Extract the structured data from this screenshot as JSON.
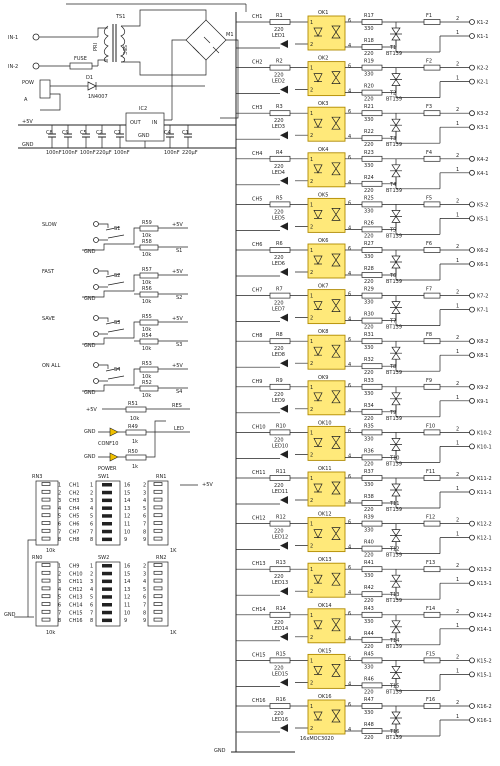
{
  "power": {
    "in1": "IN-1",
    "in2": "IN-2",
    "fuse": "FUSE",
    "ts1": "TS1",
    "pri": "PRI",
    "sec": "SEC",
    "m1": "M1",
    "pow": "POW",
    "d1": "D1",
    "d1_part": "1N4007",
    "ic2": "IC2",
    "ic_out": "OUT",
    "ic_in": "IN",
    "ic_gnd": "GND",
    "vcc": "+5V",
    "gnd": "GND",
    "caps": [
      {
        "ref": "C8",
        "val": "100nF"
      },
      {
        "ref": "C9",
        "val": "100nF"
      },
      {
        "ref": "C5",
        "val": "100nF"
      },
      {
        "ref": "C2",
        "val": "220μF"
      },
      {
        "ref": "C7",
        "val": "100nF"
      },
      {
        "ref": "C4",
        "val": "100nF"
      },
      {
        "ref": "C1",
        "val": "220μF"
      }
    ]
  },
  "buttons": [
    {
      "label": "SLOW",
      "sw": "S1",
      "r_top": "R59",
      "r_bot": "R58",
      "val": "10k",
      "out": "S1"
    },
    {
      "label": "FAST",
      "sw": "S2",
      "r_top": "R57",
      "r_bot": "R56",
      "val": "10k",
      "out": "S2"
    },
    {
      "label": "SAVE",
      "sw": "S3",
      "r_top": "R55",
      "r_bot": "R54",
      "val": "10k",
      "out": "S3"
    },
    {
      "label": "ON ALL",
      "sw": "S4",
      "r_top": "R53",
      "r_bot": "R52",
      "val": "10k",
      "out": "S4"
    }
  ],
  "misc": {
    "r51": "R51",
    "r51_val": "10k",
    "res": "RES",
    "r49": "R49",
    "r49_val": "1k",
    "led": "LED",
    "r50": "R50",
    "r50_val": "1k",
    "conf": "CONF10",
    "power": "POWER"
  },
  "dip": {
    "rn3": "RN3",
    "rn3_val": "10k",
    "sw1": "SW1",
    "rn1": "RN1",
    "rn1_val": "1K",
    "rn0": "RN0",
    "rn0_val": "10k",
    "sw2": "SW2",
    "rn2": "RN2",
    "rn2_val": "1K",
    "ch_top": [
      "CH1",
      "CH2",
      "CH3",
      "CH4",
      "CH5",
      "CH6",
      "CH7",
      "CH8"
    ],
    "ch_bot": [
      "CH9",
      "CH10",
      "CH11",
      "CH12",
      "CH13",
      "CH14",
      "CH15",
      "CH16"
    ]
  },
  "channels": [
    {
      "ch": "CH1",
      "r": "R1",
      "led": "LED1",
      "ok": "OK1",
      "ra": "R17",
      "rb": "R18",
      "t": "T1",
      "f": "F1",
      "k2": "K1-2",
      "k1": "K1-1"
    },
    {
      "ch": "CH2",
      "r": "R2",
      "led": "LED2",
      "ok": "OK2",
      "ra": "R19",
      "rb": "R20",
      "t": "T2",
      "f": "F2",
      "k2": "K2-2",
      "k1": "K2-1"
    },
    {
      "ch": "CH3",
      "r": "R3",
      "led": "LED3",
      "ok": "OK3",
      "ra": "R21",
      "rb": "R22",
      "t": "T3",
      "f": "F3",
      "k2": "K3-2",
      "k1": "K3-1"
    },
    {
      "ch": "CH4",
      "r": "R4",
      "led": "LED4",
      "ok": "OK4",
      "ra": "R23",
      "rb": "R24",
      "t": "T4",
      "f": "F4",
      "k2": "K4-2",
      "k1": "K4-1"
    },
    {
      "ch": "CH5",
      "r": "R5",
      "led": "LED5",
      "ok": "OK5",
      "ra": "R25",
      "rb": "R26",
      "t": "T5",
      "f": "F5",
      "k2": "K5-2",
      "k1": "K5-1"
    },
    {
      "ch": "CH6",
      "r": "R6",
      "led": "LED6",
      "ok": "OK6",
      "ra": "R27",
      "rb": "R28",
      "t": "T6",
      "f": "F6",
      "k2": "K6-2",
      "k1": "K6-1"
    },
    {
      "ch": "CH7",
      "r": "R7",
      "led": "LED7",
      "ok": "OK7",
      "ra": "R29",
      "rb": "R30",
      "t": "T7",
      "f": "F7",
      "k2": "K7-2",
      "k1": "K7-1"
    },
    {
      "ch": "CH8",
      "r": "R8",
      "led": "LED8",
      "ok": "OK8",
      "ra": "R31",
      "rb": "R32",
      "t": "T8",
      "f": "F8",
      "k2": "K8-2",
      "k1": "K8-1"
    },
    {
      "ch": "CH9",
      "r": "R9",
      "led": "LED9",
      "ok": "OK9",
      "ra": "R33",
      "rb": "R34",
      "t": "T9",
      "f": "F9",
      "k2": "K9-2",
      "k1": "K9-1"
    },
    {
      "ch": "CH10",
      "r": "R10",
      "led": "LED10",
      "ok": "OK10",
      "ra": "R35",
      "rb": "R36",
      "t": "T10",
      "f": "F10",
      "k2": "K10-2",
      "k1": "K10-1"
    },
    {
      "ch": "CH11",
      "r": "R11",
      "led": "LED11",
      "ok": "OK11",
      "ra": "R37",
      "rb": "R38",
      "t": "T11",
      "f": "F11",
      "k2": "K11-2",
      "k1": "K11-1"
    },
    {
      "ch": "CH12",
      "r": "R12",
      "led": "LED12",
      "ok": "OK12",
      "ra": "R39",
      "rb": "R40",
      "t": "T12",
      "f": "F12",
      "k2": "K12-2",
      "k1": "K12-1"
    },
    {
      "ch": "CH13",
      "r": "R13",
      "led": "LED13",
      "ok": "OK13",
      "ra": "R41",
      "rb": "R42",
      "t": "T13",
      "f": "F13",
      "k2": "K13-2",
      "k1": "K13-1"
    },
    {
      "ch": "CH14",
      "r": "R14",
      "led": "LED14",
      "ok": "OK14",
      "ra": "R43",
      "rb": "R44",
      "t": "T14",
      "f": "F14",
      "k2": "K14-2",
      "k1": "K14-1"
    },
    {
      "ch": "CH15",
      "r": "R15",
      "led": "LED15",
      "ok": "OK15",
      "ra": "R45",
      "rb": "R46",
      "t": "T15",
      "f": "F15",
      "k2": "K15-2",
      "k1": "K15-1"
    },
    {
      "ch": "CH16",
      "r": "R16",
      "led": "LED16",
      "ok": "OK16",
      "ra": "R47",
      "rb": "R48",
      "t": "T16",
      "f": "F16",
      "k2": "K16-2",
      "k1": "K16-1"
    }
  ],
  "values": {
    "r_in": "220",
    "r_gate": "220",
    "r_snub": "330",
    "triac": "BT139",
    "ok_part": "16xMOC3020"
  },
  "colors": {
    "optocoupler": "#ffe97a",
    "led_yellow": "#f0c000"
  }
}
